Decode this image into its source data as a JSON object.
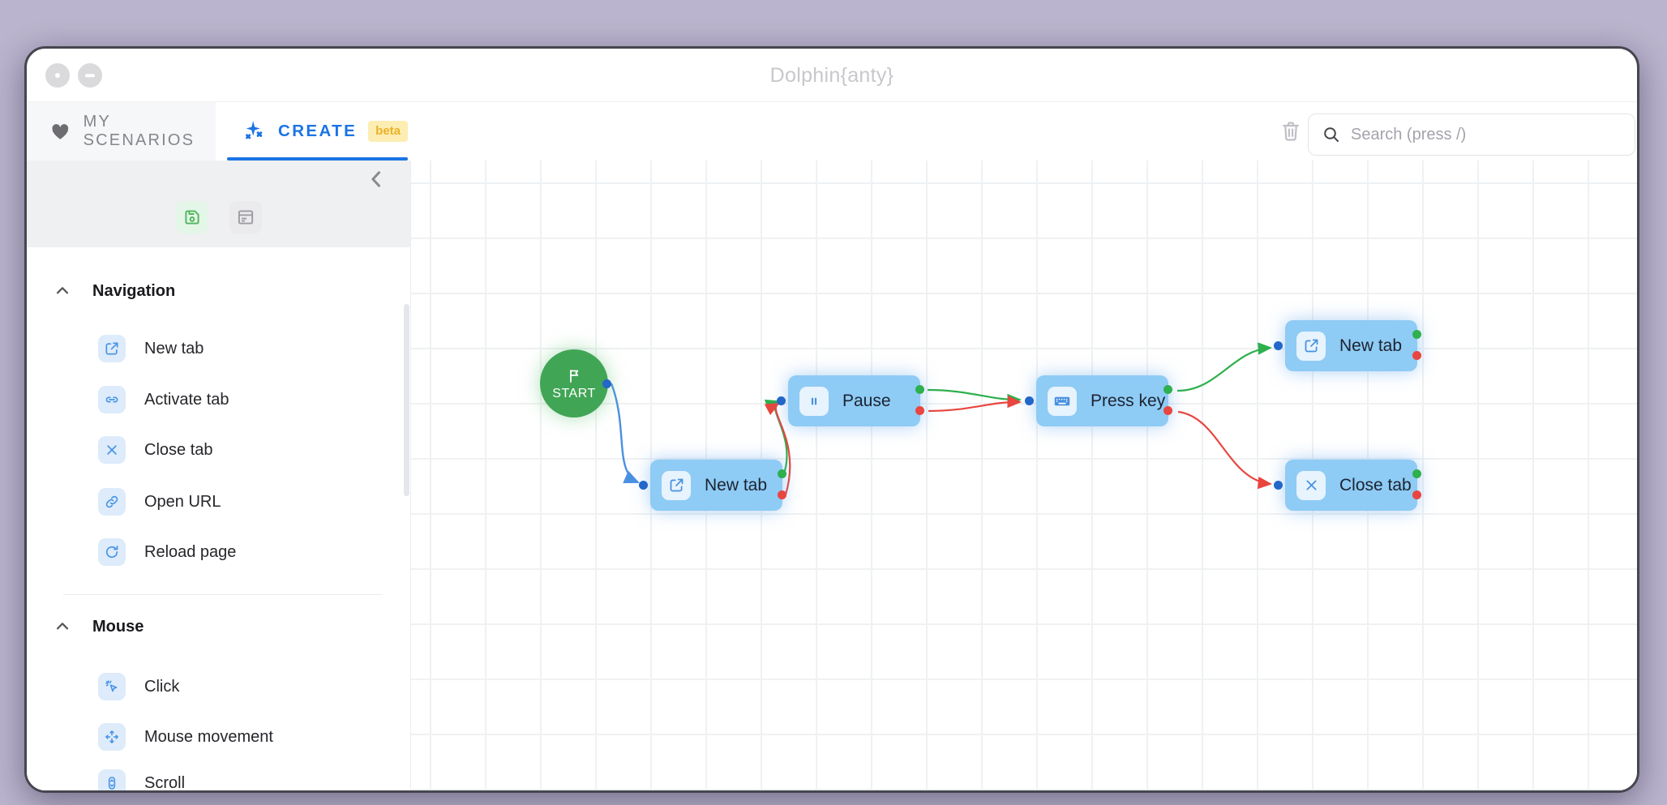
{
  "window": {
    "title": "Dolphin{anty}"
  },
  "tabs": {
    "my_scenarios": {
      "label": "MY SCENARIOS"
    },
    "create": {
      "label": "CREATE",
      "badge": "beta"
    }
  },
  "header": {
    "search": {
      "placeholder": "Search (press /)",
      "value": ""
    }
  },
  "sidebar": {
    "sections": [
      {
        "title": "Navigation",
        "items": [
          {
            "label": "New tab",
            "icon": "external-link-icon"
          },
          {
            "label": "Activate tab",
            "icon": "link-icon"
          },
          {
            "label": "Close tab",
            "icon": "close-icon"
          },
          {
            "label": "Open URL",
            "icon": "chain-icon"
          },
          {
            "label": "Reload page",
            "icon": "reload-icon"
          }
        ]
      },
      {
        "title": "Mouse",
        "items": [
          {
            "label": "Click",
            "icon": "cursor-click-icon"
          },
          {
            "label": "Mouse movement",
            "icon": "move-icon"
          },
          {
            "label": "Scroll",
            "icon": "scroll-icon"
          }
        ]
      }
    ]
  },
  "canvas": {
    "start": {
      "label": "START"
    },
    "nodes": [
      {
        "id": "new-tab-1",
        "label": "New tab",
        "icon": "external-link-icon",
        "ports": [
          "in",
          "success",
          "error"
        ]
      },
      {
        "id": "pause",
        "label": "Pause",
        "icon": "pause-icon",
        "ports": [
          "in",
          "success",
          "error"
        ]
      },
      {
        "id": "press-key",
        "label": "Press key",
        "icon": "keyboard-icon",
        "ports": [
          "in",
          "success",
          "error"
        ]
      },
      {
        "id": "new-tab-2",
        "label": "New tab",
        "icon": "external-link-icon",
        "ports": [
          "in",
          "success",
          "error"
        ]
      },
      {
        "id": "close-tab",
        "label": "Close tab",
        "icon": "close-icon",
        "ports": [
          "in",
          "success",
          "error"
        ]
      }
    ],
    "edges": [
      {
        "from": "start",
        "to": "new-tab-1",
        "type": "flow",
        "color": "#4a90e2"
      },
      {
        "from": "new-tab-1",
        "to": "pause",
        "type": "success",
        "color": "#2eb04e"
      },
      {
        "from": "new-tab-1",
        "to": "pause",
        "type": "error",
        "color": "#e8463f"
      },
      {
        "from": "pause",
        "to": "press-key",
        "type": "success",
        "color": "#2eb04e"
      },
      {
        "from": "pause",
        "to": "press-key",
        "type": "error",
        "color": "#e8463f"
      },
      {
        "from": "press-key",
        "to": "new-tab-2",
        "type": "success",
        "color": "#2eb04e"
      },
      {
        "from": "press-key",
        "to": "close-tab",
        "type": "error",
        "color": "#e8463f"
      }
    ]
  },
  "colors": {
    "accent_blue": "#1b74e4",
    "node_blue": "#8ecbf5",
    "success_green": "#2eb04e",
    "error_red": "#e8463f",
    "port_blue": "#2267c9",
    "start_green": "#41a556",
    "beta_badge_bg": "#fcedb2",
    "beta_badge_text": "#eab225"
  }
}
